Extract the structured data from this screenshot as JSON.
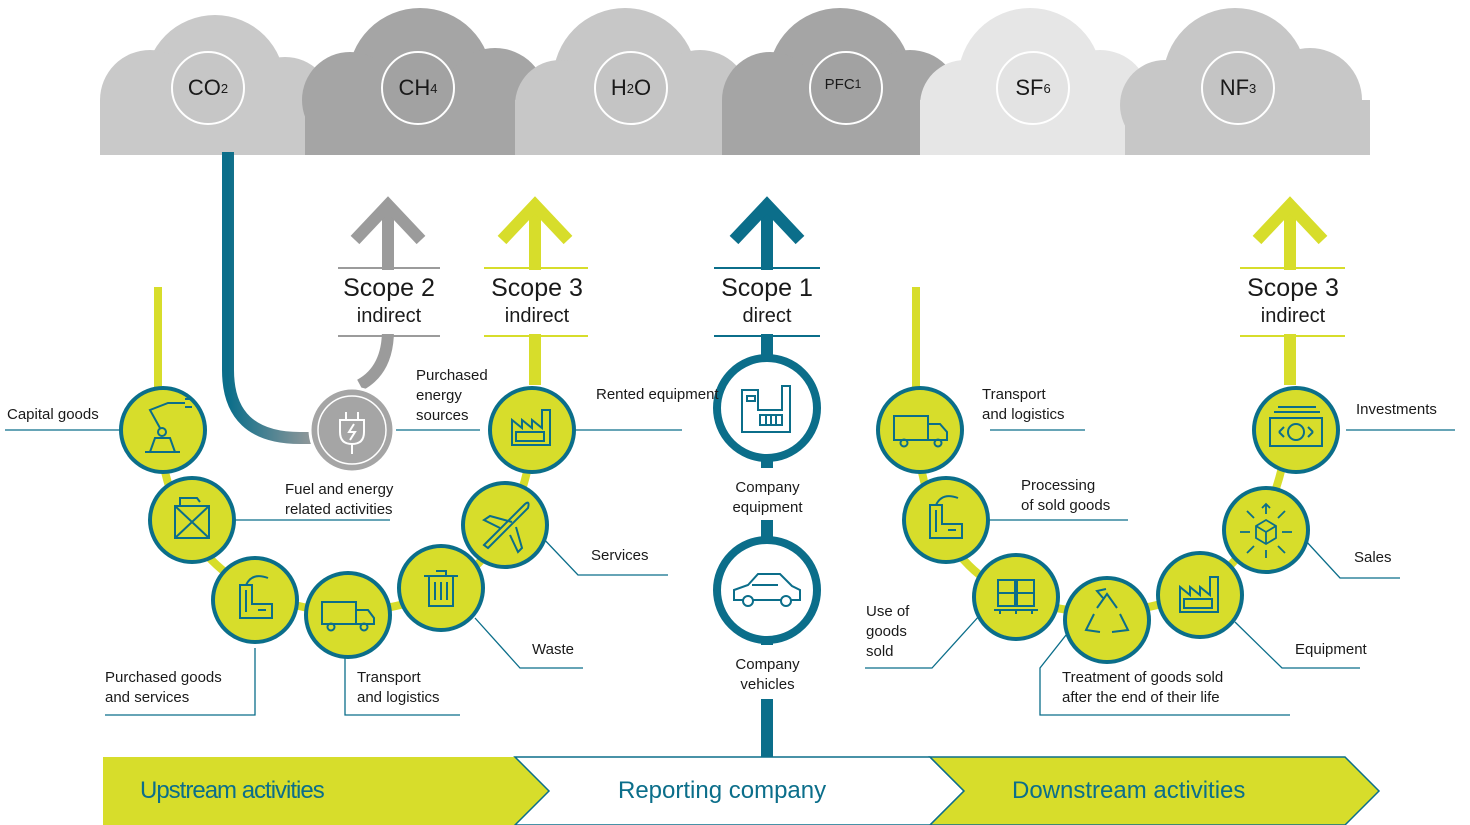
{
  "gases": [
    {
      "base": "CO",
      "sub": "2"
    },
    {
      "base": "CH",
      "sub": "4"
    },
    {
      "pre": "H",
      "presub": "2",
      "base": "O"
    },
    {
      "base": "PFC",
      "sub": "1"
    },
    {
      "base": "SF",
      "sub": "6"
    },
    {
      "base": "NF",
      "sub": "3"
    }
  ],
  "scopes": [
    {
      "title": "Scope 2",
      "subtitle": "indirect",
      "arrow_color": "#9b9b9b"
    },
    {
      "title": "Scope 3",
      "subtitle": "indirect",
      "arrow_color": "#d7dd2b"
    },
    {
      "title": "Scope 1",
      "subtitle": "direct",
      "arrow_color": "#0b6e8a"
    },
    {
      "title": "Scope 3",
      "subtitle": "indirect",
      "arrow_color": "#d7dd2b"
    }
  ],
  "upstream": {
    "capital_goods": "Capital goods",
    "purchased_energy": "Purchased\nenergy\nsources",
    "fuel_energy": "Fuel and energy\nrelated activities",
    "rented_equipment": "Rented equipment",
    "services": "Services",
    "waste": "Waste",
    "transport": "Transport\nand logistics",
    "purchased_goods": "Purchased goods\nand services"
  },
  "company": {
    "equipment": "Company\nequipment",
    "vehicles": "Company\nvehicles"
  },
  "downstream": {
    "transport": "Transport\nand logistics",
    "processing": "Processing\nof sold goods",
    "investments": "Investments",
    "sales": "Sales",
    "use_of_goods": "Use of\ngoods\nsold",
    "equipment": "Equipment",
    "treatment": "Treatment of goods sold\nafter the end of their life"
  },
  "bands": {
    "upstream": "Upstream activities",
    "reporting": "Reporting company",
    "downstream": "Downstream activities"
  },
  "colors": {
    "lime": "#d7dd2b",
    "teal": "#0b6e8a",
    "grey": "#9b9b9b"
  }
}
